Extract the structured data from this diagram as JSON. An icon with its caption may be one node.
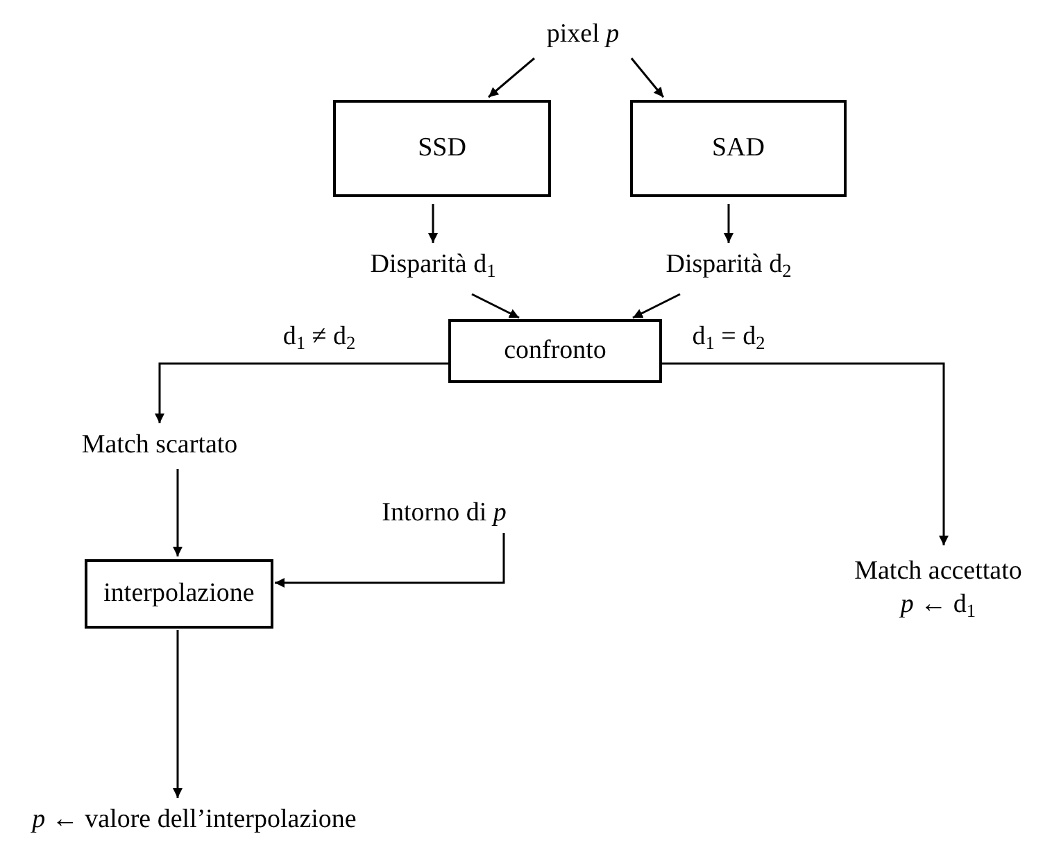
{
  "diagram": {
    "nodes": [
      {
        "text": [
          "pixel *p*"
        ]
      },
      {
        "text": [
          "SSD"
        ]
      },
      {
        "text": [
          "SAD"
        ]
      },
      {
        "text": [
          "Disparità d$_{1}$"
        ]
      },
      {
        "text": [
          "Disparità d$_{2}$"
        ]
      },
      {
        "text": [
          "confronto"
        ]
      },
      {
        "text": [
          "Match scartato"
        ]
      },
      {
        "text": [
          "Match accettato",
          "*p* ← d$_{1}$"
        ]
      },
      {
        "text": [
          "interpolazione"
        ]
      },
      {
        "text": [
          "Intorno di *p*"
        ]
      },
      {
        "text": [
          "*p* ← valore dell’interpolazione"
        ]
      }
    ],
    "edges": [
      {
        "from": 0,
        "to": 1,
        "arrow": "to"
      },
      {
        "from": 0,
        "to": 2,
        "arrow": "to"
      },
      {
        "from": 1,
        "to": 3,
        "arrow": "to"
      },
      {
        "from": 2,
        "to": 4,
        "arrow": "to"
      },
      {
        "from": 3,
        "to": 5,
        "arrow": "to"
      },
      {
        "from": 4,
        "to": 5,
        "arrow": "to"
      },
      {
        "from": 5,
        "to": 6,
        "arrow": "to",
        "label": "d$_{1}$ ≠ d$_{2}$"
      },
      {
        "from": 5,
        "to": 7,
        "arrow": "to",
        "label": "d$_{1}$ = d$_{2}$"
      },
      {
        "from": 6,
        "to": 8,
        "arrow": "to"
      },
      {
        "from": 9,
        "to": 8,
        "arrow": "to"
      },
      {
        "from": 8,
        "to": 10,
        "arrow": "to"
      }
    ]
  }
}
